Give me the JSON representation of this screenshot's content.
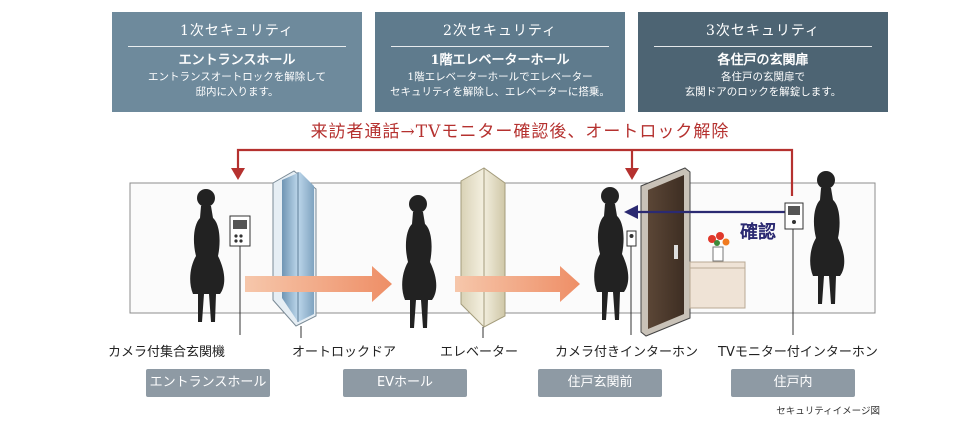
{
  "security_levels": [
    {
      "title": "1次セキュリティ",
      "subtitle": "エントランスホール",
      "desc_lines": [
        "エントランスオートロックを解除して",
        "邸内に入ります。"
      ]
    },
    {
      "title": "2次セキュリティ",
      "subtitle": "1階エレベーターホール",
      "desc_lines": [
        "1階エレベーターホールでエレベーター",
        "セキュリティを解除し、エレベーターに搭乗。"
      ]
    },
    {
      "title": "3次セキュリティ",
      "subtitle": "各住戸の玄関扉",
      "desc_lines": [
        "各住戸の玄関扉で",
        "玄関ドアのロックを解錠します。"
      ]
    }
  ],
  "flow_label": "来訪者通話→TVモニター確認後、オートロック解除",
  "confirm_label": "確認",
  "equipment_labels": {
    "entrance_intercom": "カメラ付集合玄関機",
    "auto_lock_door": "オートロックドア",
    "elevator": "エレベーター",
    "door_intercom": "カメラ付きインターホン",
    "tv_monitor_intercom": "TVモニター付インターホン"
  },
  "zones": [
    "エントランスホール",
    "EVホール",
    "住戸玄関前",
    "住戸内"
  ],
  "caption": "セキュリティイメージ図",
  "colors": {
    "box1": "#6e8a9c",
    "box2": "#5f7b8d",
    "box3": "#4d6473",
    "flow_red": "#b5312f",
    "confirm_navy": "#2b2a72",
    "arrow_orange": "#f0a27f",
    "pill": "#8e9aa4"
  }
}
